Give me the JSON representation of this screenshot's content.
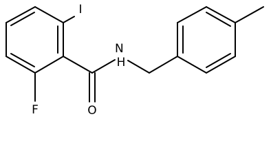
{
  "molecule": {
    "atoms": {
      "iodine": "I",
      "fluorine": "F",
      "amide_nh": "N\nH",
      "carbonyl_oxygen": "O"
    }
  }
}
